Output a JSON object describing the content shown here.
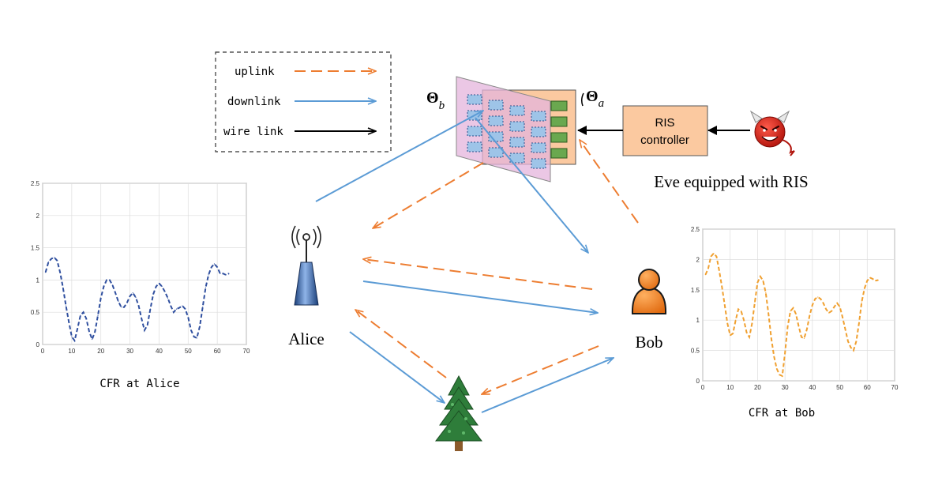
{
  "legend": {
    "uplink": "uplink",
    "downlink": "downlink",
    "wire_link": "wire link"
  },
  "labels": {
    "alice": "Alice",
    "bob": "Bob",
    "ris_controller_line1": "RIS",
    "ris_controller_line2": "controller",
    "eve": "Eve equipped with RIS",
    "theta_b": "Θ",
    "theta_b_sub": "b",
    "theta_a": "Θ",
    "theta_a_sub": "a"
  },
  "colors": {
    "uplink": "#ed7d31",
    "downlink": "#5b9bd5",
    "wire": "#000000",
    "alice_curve": "#2f4f9f",
    "bob_curve": "#f0a030"
  },
  "icons": {
    "alice": "antenna-icon",
    "bob": "person-icon",
    "tree": "tree-icon",
    "eve": "devil-icon",
    "ris": "ris-panel-icon"
  },
  "chart_data": [
    {
      "type": "line",
      "title": "CFR at Alice",
      "xlabel": "",
      "ylabel": "",
      "xlim": [
        0,
        70
      ],
      "ylim": [
        0,
        2.5
      ],
      "xticks": [
        "0",
        "10",
        "20",
        "30",
        "40",
        "50",
        "60",
        "70"
      ],
      "yticks": [
        "0",
        "0.5",
        "1",
        "1.5",
        "2",
        "2.5"
      ],
      "grid": true,
      "series": [
        {
          "color": "#2f4f9f",
          "x": [
            1,
            2,
            3,
            4,
            5,
            6,
            7,
            8,
            9,
            10,
            11,
            12,
            13,
            14,
            15,
            16,
            17,
            18,
            19,
            20,
            21,
            22,
            23,
            24,
            25,
            26,
            27,
            28,
            29,
            30,
            31,
            32,
            33,
            34,
            35,
            36,
            37,
            38,
            39,
            40,
            41,
            42,
            43,
            44,
            45,
            46,
            47,
            48,
            49,
            50,
            51,
            52,
            53,
            54,
            55,
            56,
            57,
            58,
            59,
            60,
            61,
            62,
            63,
            64
          ],
          "y": [
            1.12,
            1.28,
            1.33,
            1.35,
            1.3,
            1.12,
            0.88,
            0.6,
            0.35,
            0.12,
            0.06,
            0.25,
            0.45,
            0.5,
            0.4,
            0.2,
            0.08,
            0.2,
            0.45,
            0.72,
            0.9,
            1.0,
            1.0,
            0.92,
            0.8,
            0.67,
            0.58,
            0.58,
            0.65,
            0.75,
            0.8,
            0.73,
            0.6,
            0.4,
            0.22,
            0.3,
            0.55,
            0.78,
            0.9,
            0.95,
            0.9,
            0.82,
            0.72,
            0.6,
            0.5,
            0.55,
            0.57,
            0.6,
            0.55,
            0.42,
            0.22,
            0.12,
            0.1,
            0.28,
            0.58,
            0.88,
            1.08,
            1.2,
            1.25,
            1.2,
            1.1,
            1.1,
            1.08,
            1.1
          ]
        }
      ]
    },
    {
      "type": "line",
      "title": "CFR at Bob",
      "xlabel": "",
      "ylabel": "",
      "xlim": [
        0,
        70
      ],
      "ylim": [
        0,
        2.5
      ],
      "xticks": [
        "0",
        "10",
        "20",
        "30",
        "40",
        "50",
        "60",
        "70"
      ],
      "yticks": [
        "0",
        "0.5",
        "1",
        "1.5",
        "2",
        "2.5"
      ],
      "grid": true,
      "series": [
        {
          "color": "#f0a030",
          "x": [
            1,
            2,
            3,
            4,
            5,
            6,
            7,
            8,
            9,
            10,
            11,
            12,
            13,
            14,
            15,
            16,
            17,
            18,
            19,
            20,
            21,
            22,
            23,
            24,
            25,
            26,
            27,
            28,
            29,
            30,
            31,
            32,
            33,
            34,
            35,
            36,
            37,
            38,
            39,
            40,
            41,
            42,
            43,
            44,
            45,
            46,
            47,
            48,
            49,
            50,
            51,
            52,
            53,
            54,
            55,
            56,
            57,
            58,
            59,
            60,
            61,
            62,
            63,
            64
          ],
          "y": [
            1.75,
            1.85,
            2.05,
            2.1,
            2.05,
            1.82,
            1.55,
            1.25,
            0.95,
            0.75,
            0.78,
            1.0,
            1.18,
            1.15,
            1.0,
            0.8,
            0.72,
            0.95,
            1.3,
            1.62,
            1.72,
            1.65,
            1.45,
            1.1,
            0.7,
            0.4,
            0.2,
            0.1,
            0.08,
            0.45,
            0.9,
            1.15,
            1.2,
            1.1,
            0.9,
            0.72,
            0.7,
            0.85,
            1.08,
            1.25,
            1.35,
            1.38,
            1.35,
            1.28,
            1.18,
            1.12,
            1.15,
            1.22,
            1.28,
            1.22,
            1.05,
            0.85,
            0.65,
            0.55,
            0.5,
            0.65,
            0.95,
            1.3,
            1.52,
            1.65,
            1.7,
            1.68,
            1.65,
            1.66
          ]
        }
      ]
    }
  ]
}
